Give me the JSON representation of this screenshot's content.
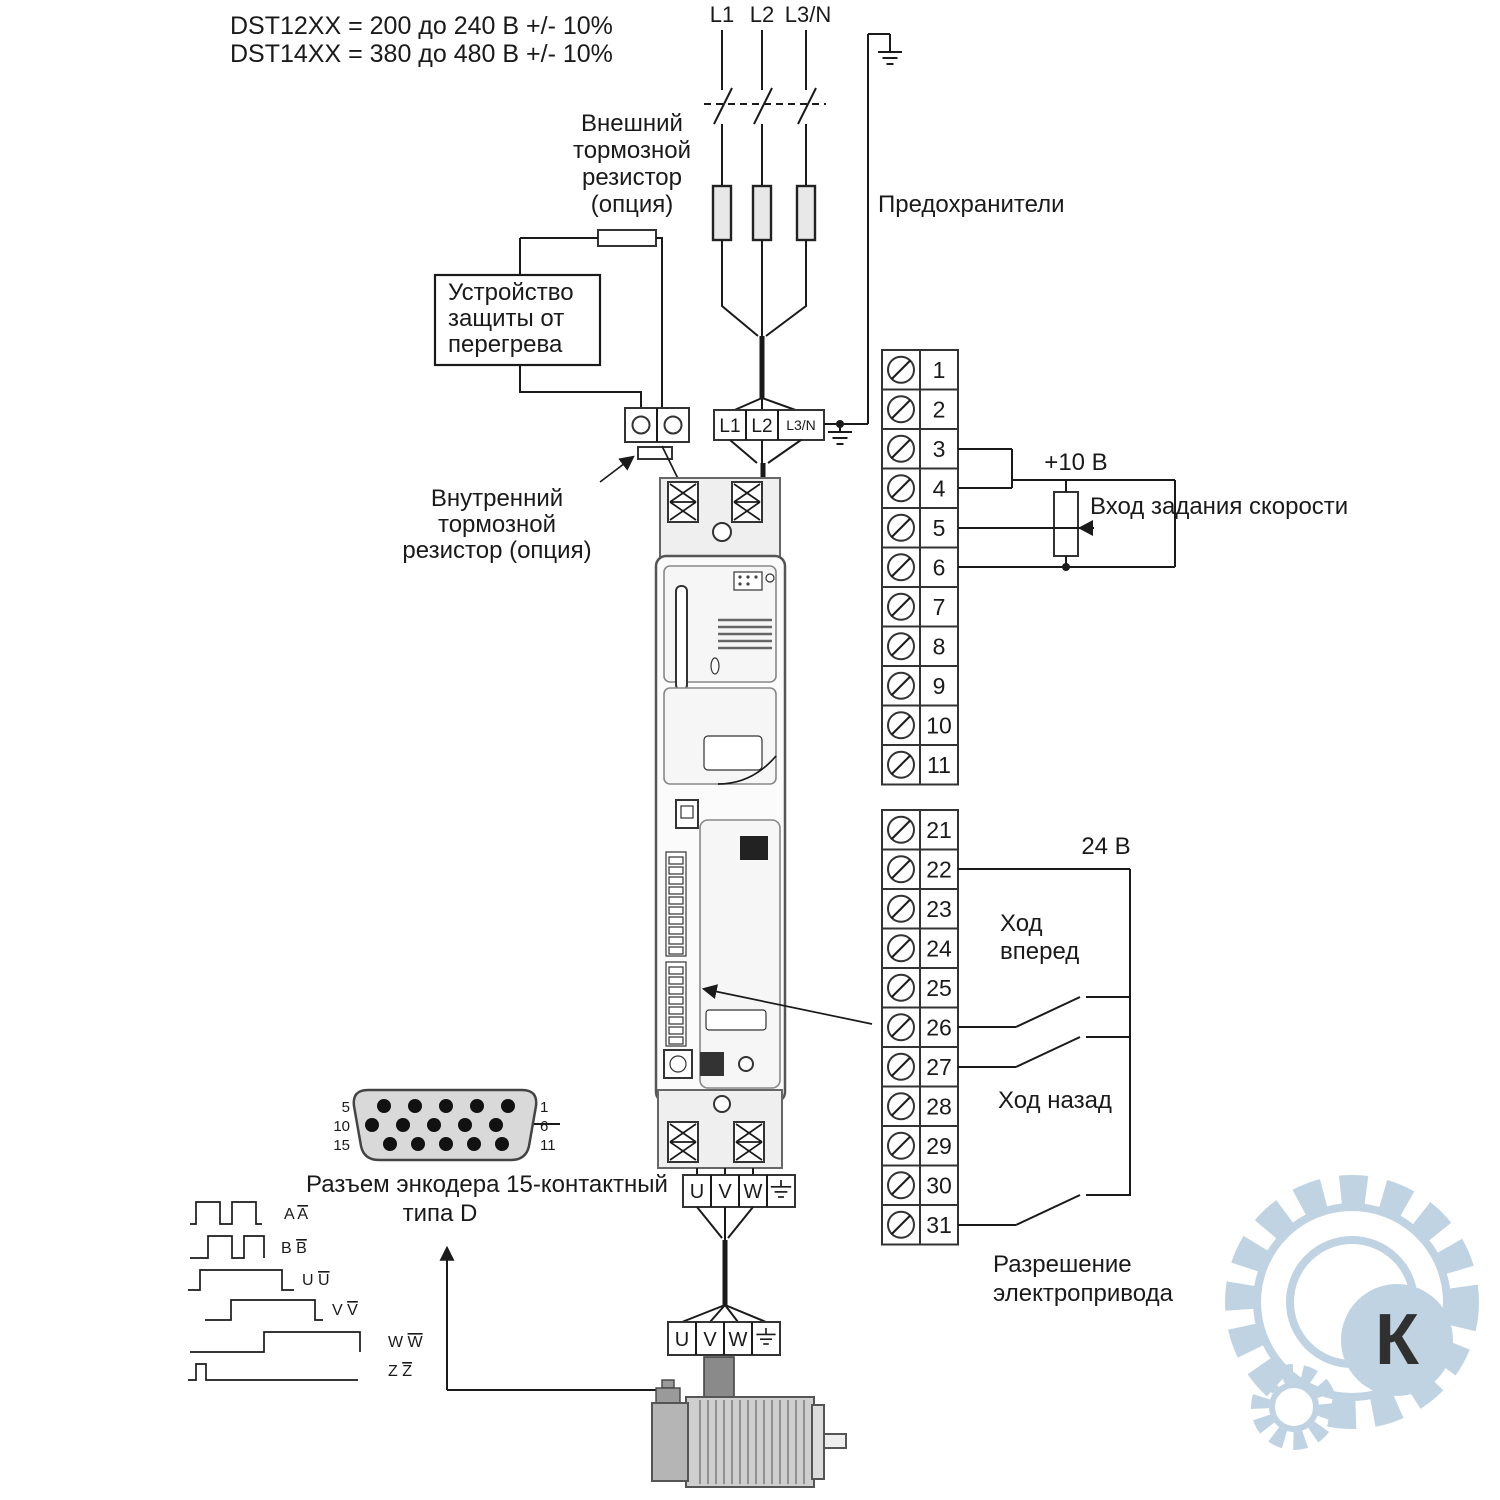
{
  "colors": {
    "line": "#1a1a1a",
    "watermark": "#b9cfe0"
  },
  "title": {
    "line1": "DST12XX = 200 до 240 В +/- 10%",
    "line2": "DST14XX = 380 до 480 В +/- 10%"
  },
  "power": {
    "phases": [
      "L1",
      "L2",
      "L3/N"
    ],
    "fuses_label": "Предохранители",
    "input_terminals": [
      "L1",
      "L2",
      "L3/N"
    ]
  },
  "brake": {
    "external_lines": [
      "Внешний",
      "тормозной",
      "резистор",
      "(опция)"
    ],
    "protection_lines": [
      "Устройство",
      "защиты от",
      "перегрева"
    ],
    "internal_lines": [
      "Внутренний",
      "тормозной",
      "резистор (опция)"
    ]
  },
  "terminals": {
    "block1": [
      "1",
      "2",
      "3",
      "4",
      "5",
      "6",
      "7",
      "8",
      "9",
      "10",
      "11"
    ],
    "block2": [
      "21",
      "22",
      "23",
      "24",
      "25",
      "26",
      "27",
      "28",
      "29",
      "30",
      "31"
    ]
  },
  "speed_ref": {
    "plus10": "+10 В",
    "label": "Вход задания скорости"
  },
  "controls": {
    "v24": "24 В",
    "forward_lines": [
      "Ход",
      "вперед"
    ],
    "reverse": "Ход назад",
    "enable_lines": [
      "Разрешение",
      "электропривода"
    ]
  },
  "encoder": {
    "caption_line1": "Разъем энкодера 15-контактный",
    "caption_line2": "типа D",
    "pins_left": [
      "5",
      "10",
      "15"
    ],
    "pins_right": [
      "1",
      "6",
      "11"
    ],
    "waveforms": [
      {
        "letter": "A",
        "bar": "A"
      },
      {
        "letter": "B",
        "bar": "B"
      },
      {
        "letter": "U",
        "bar": "U"
      },
      {
        "letter": "V",
        "bar": "V"
      },
      {
        "letter": "W",
        "bar": "W"
      },
      {
        "letter": "Z",
        "bar": "Z"
      }
    ]
  },
  "outputs": {
    "drive": [
      "U",
      "V",
      "W"
    ],
    "motor": [
      "U",
      "V",
      "W"
    ]
  },
  "watermark": {
    "letter": "К"
  }
}
